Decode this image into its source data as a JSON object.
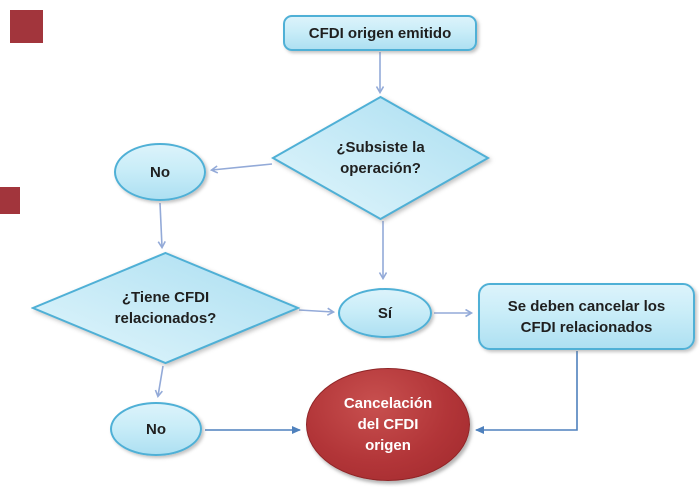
{
  "flowchart": {
    "nodes": {
      "start": {
        "label": "CFDI origen emitido",
        "shape": "rounded-rect"
      },
      "decision_operation": {
        "lines": [
          "¿Subsiste la",
          "operación?"
        ],
        "shape": "diamond"
      },
      "no_1": {
        "label": "No",
        "shape": "ellipse"
      },
      "decision_related": {
        "lines": [
          "¿Tiene CFDI",
          "relacionados?"
        ],
        "shape": "diamond"
      },
      "yes": {
        "label": "Sí",
        "shape": "ellipse"
      },
      "cancel_related": {
        "lines": [
          "Se deben cancelar los",
          "CFDI relacionados"
        ],
        "shape": "rounded-rect"
      },
      "no_2": {
        "label": "No",
        "shape": "ellipse"
      },
      "cancel_origin": {
        "lines": [
          "Cancelación",
          "del CFDI",
          "origen"
        ],
        "shape": "ellipse-terminal"
      }
    },
    "edges": [
      {
        "from": "start",
        "to": "decision_operation"
      },
      {
        "from": "decision_operation",
        "to": "no_1"
      },
      {
        "from": "decision_operation",
        "to": "yes"
      },
      {
        "from": "no_1",
        "to": "decision_related"
      },
      {
        "from": "decision_related",
        "to": "yes"
      },
      {
        "from": "decision_related",
        "to": "no_2"
      },
      {
        "from": "yes",
        "to": "cancel_related"
      },
      {
        "from": "cancel_related",
        "to": "cancel_origin"
      },
      {
        "from": "no_2",
        "to": "cancel_origin"
      }
    ],
    "colors": {
      "node_fill_light": "#dcf3fb",
      "node_fill_dark": "#aee0f2",
      "node_border": "#4fb0d6",
      "terminal_fill": "#b23538",
      "terminal_fill_dark": "#9f282c",
      "terminal_text": "#ffffff",
      "arrow_light": "#93aad8",
      "arrow_strong": "#4f81bd",
      "text": "#1f1f1f",
      "accent_square": "#a2353c"
    }
  }
}
